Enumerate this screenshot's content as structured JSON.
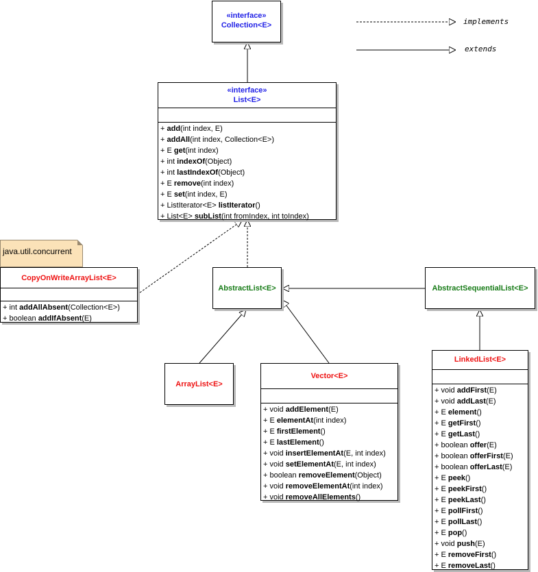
{
  "legend": {
    "implements": "implements",
    "extends": "extends"
  },
  "collection": {
    "stereotype": "«interface»",
    "name": "Collection<E>"
  },
  "list": {
    "stereotype": "«interface»",
    "name": "List<E>",
    "methods": [
      {
        "prefix": "+ ",
        "name": "add",
        "suffix": "(int index, E)"
      },
      {
        "prefix": "+ ",
        "name": "addAll",
        "suffix": "(int index, Collection<E>)"
      },
      {
        "prefix": "+ E ",
        "name": "get",
        "suffix": "(int index)"
      },
      {
        "prefix": "+ int ",
        "name": "indexOf",
        "suffix": "(Object)"
      },
      {
        "prefix": "+ int ",
        "name": "lastIndexOf",
        "suffix": "(Object)"
      },
      {
        "prefix": "+ E ",
        "name": "remove",
        "suffix": "(int index)"
      },
      {
        "prefix": "+ E ",
        "name": "set",
        "suffix": "(int index, E)"
      },
      {
        "prefix": "+ ListIterator<E> ",
        "name": "listIterator",
        "suffix": "()"
      },
      {
        "prefix": "+ List<E> ",
        "name": "subList",
        "suffix": "(int fromIndex, int toIndex)"
      }
    ]
  },
  "note": {
    "text": "java.util.concurrent"
  },
  "cowal": {
    "name": "CopyOnWriteArrayList<E>",
    "methods": [
      {
        "prefix": "+ int ",
        "name": "addAllAbsent",
        "suffix": "(Collection<E>)"
      },
      {
        "prefix": "+ boolean ",
        "name": "addIfAbsent",
        "suffix": "(E)"
      }
    ]
  },
  "abstractList": {
    "name": "AbstractList<E>"
  },
  "abstractSequentialList": {
    "name": "AbstractSequentialList<E>"
  },
  "arrayList": {
    "name": "ArrayList<E>"
  },
  "vector": {
    "name": "Vector<E>",
    "methods": [
      {
        "prefix": "+ void ",
        "name": "addElement",
        "suffix": "(E)"
      },
      {
        "prefix": "+ E ",
        "name": "elementAt",
        "suffix": "(int index)"
      },
      {
        "prefix": "+ E ",
        "name": "firstElement",
        "suffix": "()"
      },
      {
        "prefix": "+ E ",
        "name": "lastElement",
        "suffix": "()"
      },
      {
        "prefix": "+ void ",
        "name": "insertElementAt",
        "suffix": "(E, int index)"
      },
      {
        "prefix": "+ void ",
        "name": "setElementAt",
        "suffix": "(E, int index)"
      },
      {
        "prefix": "+ boolean ",
        "name": "removeElement",
        "suffix": "(Object)"
      },
      {
        "prefix": "+ void ",
        "name": "removeElementAt",
        "suffix": "(int index)"
      },
      {
        "prefix": "+ void ",
        "name": "removeAllElements",
        "suffix": "()"
      }
    ]
  },
  "linkedList": {
    "name": "LinkedList<E>",
    "methods": [
      {
        "prefix": "+ void ",
        "name": "addFirst",
        "suffix": "(E)"
      },
      {
        "prefix": "+ void ",
        "name": "addLast",
        "suffix": "(E)"
      },
      {
        "prefix": "+ E ",
        "name": "element",
        "suffix": "()"
      },
      {
        "prefix": "+ E ",
        "name": "getFirst",
        "suffix": "()"
      },
      {
        "prefix": "+ E ",
        "name": "getLast",
        "suffix": "()"
      },
      {
        "prefix": "+ boolean ",
        "name": "offer",
        "suffix": "(E)"
      },
      {
        "prefix": "+ boolean ",
        "name": "offerFirst",
        "suffix": "(E)"
      },
      {
        "prefix": "+ boolean ",
        "name": "offerLast",
        "suffix": "(E)"
      },
      {
        "prefix": "+ E ",
        "name": "peek",
        "suffix": "()"
      },
      {
        "prefix": "+ E ",
        "name": "peekFirst",
        "suffix": "()"
      },
      {
        "prefix": "+ E ",
        "name": "peekLast",
        "suffix": "()"
      },
      {
        "prefix": "+ E ",
        "name": "pollFirst",
        "suffix": "()"
      },
      {
        "prefix": "+ E ",
        "name": "pollLast",
        "suffix": "()"
      },
      {
        "prefix": "+ E ",
        "name": "pop",
        "suffix": "()"
      },
      {
        "prefix": "+ void ",
        "name": "push",
        "suffix": "(E)"
      },
      {
        "prefix": "+ E ",
        "name": "removeFirst",
        "suffix": "()"
      },
      {
        "prefix": "+ E ",
        "name": "removeLast",
        "suffix": "()"
      }
    ]
  }
}
